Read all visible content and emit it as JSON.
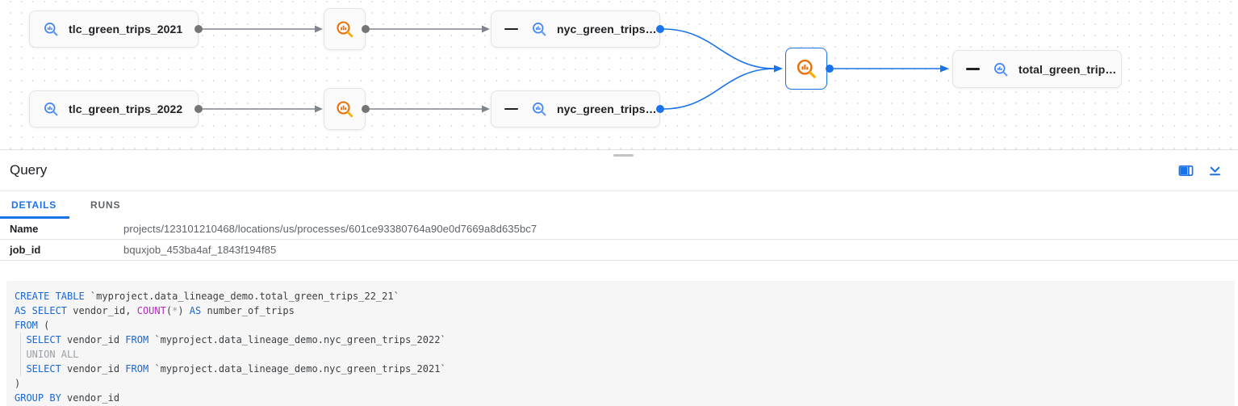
{
  "graph": {
    "nodes": {
      "tlc_2021": {
        "label": "tlc_green_trips_2021",
        "type": "table"
      },
      "tlc_2022": {
        "label": "tlc_green_trips_2022",
        "type": "table"
      },
      "nyc_top": {
        "label": "nyc_green_trips…",
        "type": "table"
      },
      "nyc_bottom": {
        "label": "nyc_green_trips…",
        "type": "table"
      },
      "total": {
        "label": "total_green_trip…",
        "type": "table"
      }
    },
    "process_nodes": [
      {
        "name": "process-top",
        "selected": false
      },
      {
        "name": "process-bottom",
        "selected": false
      },
      {
        "name": "process-join",
        "selected": true
      }
    ],
    "icons": {
      "table_icon": "bigquery-magnifier-chart-blue",
      "process_icon": "bigquery-magnifier-chart-orange",
      "collapse_columns_icon": "minus"
    }
  },
  "panel": {
    "title": "Query",
    "header_icons": [
      {
        "name": "side-panel-view-icon"
      },
      {
        "name": "collapse-panel-icon"
      }
    ],
    "tabs": [
      {
        "label": "DETAILS",
        "active": true
      },
      {
        "label": "RUNS",
        "active": false
      }
    ],
    "details": [
      {
        "label": "Name",
        "value": "projects/123101210468/locations/us/processes/601ce93380764a90e0d7669a8d635bc7"
      },
      {
        "label": "job_id",
        "value": "bquxjob_453ba4af_1843f194f85"
      }
    ],
    "sql": {
      "lines": [
        [
          {
            "c": "kw",
            "t": "CREATE TABLE"
          },
          {
            "c": "pl",
            "t": " `myproject.data_lineage_demo.total_green_trips_22_21`"
          }
        ],
        [
          {
            "c": "kw",
            "t": "AS SELECT"
          },
          {
            "c": "pl",
            "t": " vendor_id, "
          },
          {
            "c": "fn",
            "t": "COUNT"
          },
          {
            "c": "pl",
            "t": "("
          },
          {
            "c": "mut",
            "t": "*"
          },
          {
            "c": "pl",
            "t": ") "
          },
          {
            "c": "kw",
            "t": "AS"
          },
          {
            "c": "pl",
            "t": " number_of_trips"
          }
        ],
        [
          {
            "c": "kw",
            "t": "FROM"
          },
          {
            "c": "pl",
            "t": " ("
          }
        ],
        [
          {
            "c": "pl",
            "t": "  "
          },
          {
            "c": "kw",
            "t": "SELECT"
          },
          {
            "c": "pl",
            "t": " vendor_id "
          },
          {
            "c": "kw",
            "t": "FROM"
          },
          {
            "c": "pl",
            "t": " `myproject.data_lineage_demo.nyc_green_trips_2022`"
          }
        ],
        [
          {
            "c": "pl",
            "t": "  "
          },
          {
            "c": "mut",
            "t": "UNION ALL"
          }
        ],
        [
          {
            "c": "pl",
            "t": "  "
          },
          {
            "c": "kw",
            "t": "SELECT"
          },
          {
            "c": "pl",
            "t": " vendor_id "
          },
          {
            "c": "kw",
            "t": "FROM"
          },
          {
            "c": "pl",
            "t": " `myproject.data_lineage_demo.nyc_green_trips_2021`"
          }
        ],
        [
          {
            "c": "pl",
            "t": ")"
          }
        ],
        [
          {
            "c": "kw",
            "t": "GROUP BY"
          },
          {
            "c": "pl",
            "t": " vendor_id"
          }
        ]
      ]
    }
  },
  "colors": {
    "accent_blue": "#1a73e8",
    "table_icon_blue": "#4285f4",
    "process_icon_orange": "#e8710a",
    "edge_gray": "#80868b",
    "sql_keyword": "#1967d2",
    "sql_function": "#b928be",
    "sql_muted": "#9aa0a6"
  }
}
